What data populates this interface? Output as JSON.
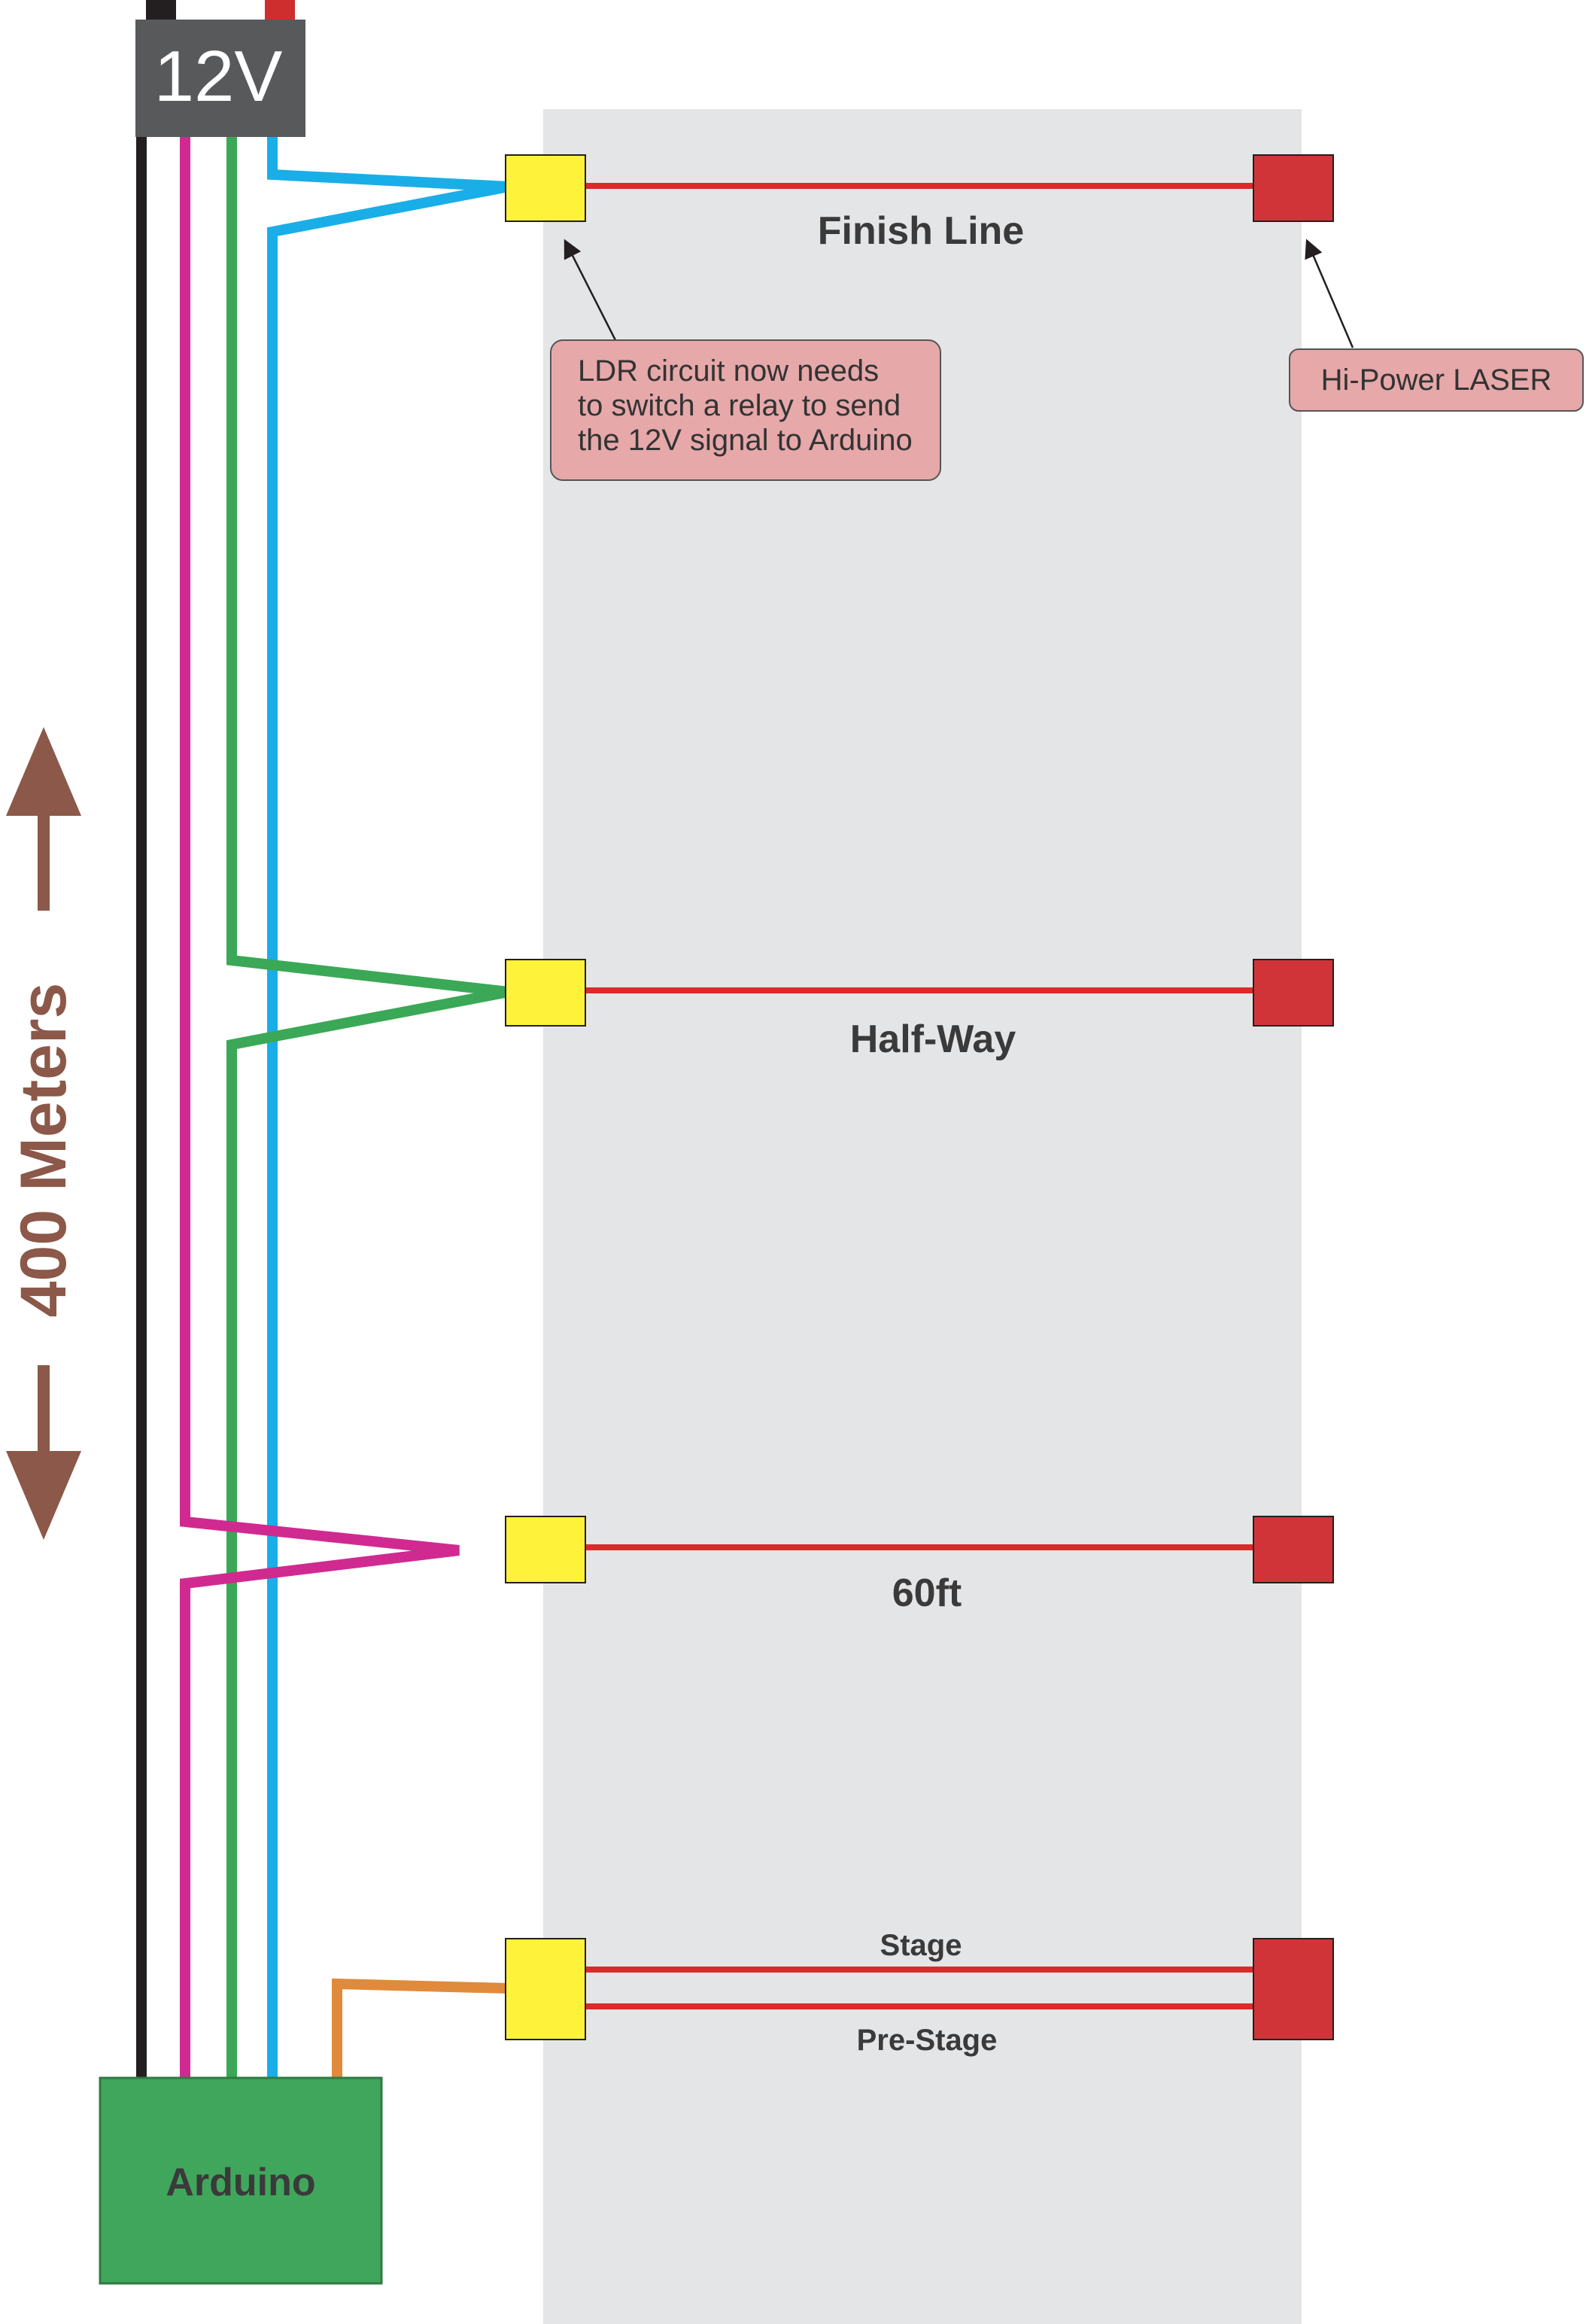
{
  "battery": {
    "label": "12V",
    "colors": {
      "body": "#58595b",
      "negative_terminal": "#231f20",
      "positive_terminal": "#cf2e2e"
    }
  },
  "arduino": {
    "label": "Arduino",
    "color": "#40a65b"
  },
  "distance": {
    "label": "400 Meters",
    "color": "#8b5849"
  },
  "track": {
    "color": "#e4e5e7"
  },
  "gates": [
    {
      "label": "Finish Line",
      "wire_color": "#19aee8"
    },
    {
      "label": "Half-Way",
      "wire_color": "#3aa856"
    },
    {
      "label": "60ft",
      "wire_color": "#d02a91"
    },
    {
      "label_top": "Stage",
      "label_bottom": "Pre-Stage",
      "wire_color": "#e08a3c"
    }
  ],
  "callouts": {
    "ldr": [
      "LDR circuit now needs",
      "to switch a relay to send",
      "the 12V signal to Arduino"
    ],
    "laser": "Hi-Power LASER"
  },
  "colors": {
    "sensor": "#fff23a",
    "laser": "#d13438",
    "beam": "#dc2a2a",
    "ground_wire": "#231f20",
    "callout_fill": "#e6a8a9"
  }
}
